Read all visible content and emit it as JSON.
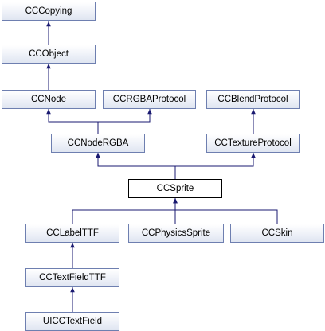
{
  "diagram": {
    "nodes": {
      "cccopying": "CCCopying",
      "ccobject": "CCObject",
      "ccnode": "CCNode",
      "ccrgbaprotocol": "CCRGBAProtocol",
      "ccblendprotocol": "CCBlendProtocol",
      "ccnodergba": "CCNodeRGBA",
      "cctextureprotocol": "CCTextureProtocol",
      "ccsprite": "CCSprite",
      "cclabelttf": "CCLabelTTF",
      "ccphysicssprite": "CCPhysicsSprite",
      "ccskin": "CCSkin",
      "cctextfieldttf": "CCTextFieldTTF",
      "uicctextfield": "UICCTextField"
    },
    "colors": {
      "edge": "#191970",
      "node_border": "#6e7fb0",
      "current_border": "#000000"
    }
  }
}
